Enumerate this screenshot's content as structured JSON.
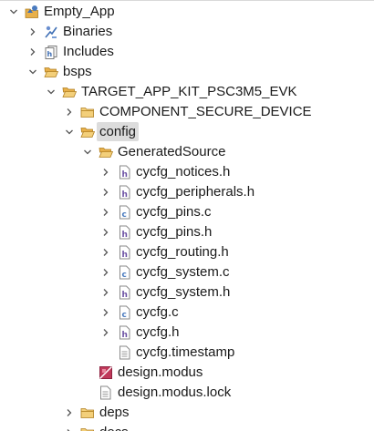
{
  "tree": {
    "items": [
      {
        "label": "Empty_App",
        "icon": "project-icon",
        "twisty": "expanded"
      },
      {
        "label": "Binaries",
        "icon": "binaries-icon",
        "twisty": "collapsed"
      },
      {
        "label": "Includes",
        "icon": "includes-icon",
        "twisty": "collapsed"
      },
      {
        "label": "bsps",
        "icon": "folder-open-icon",
        "twisty": "expanded"
      },
      {
        "label": "TARGET_APP_KIT_PSC3M5_EVK",
        "icon": "folder-open-icon",
        "twisty": "expanded"
      },
      {
        "label": "COMPONENT_SECURE_DEVICE",
        "icon": "folder-icon",
        "twisty": "collapsed"
      },
      {
        "label": "config",
        "icon": "folder-open-icon",
        "twisty": "expanded",
        "selected": true
      },
      {
        "label": "GeneratedSource",
        "icon": "folder-open-icon",
        "twisty": "expanded"
      },
      {
        "label": "cycfg_notices.h",
        "icon": "header-file-icon",
        "twisty": "collapsed"
      },
      {
        "label": "cycfg_peripherals.h",
        "icon": "header-file-icon",
        "twisty": "collapsed"
      },
      {
        "label": "cycfg_pins.c",
        "icon": "c-file-icon",
        "twisty": "collapsed"
      },
      {
        "label": "cycfg_pins.h",
        "icon": "header-file-icon",
        "twisty": "collapsed"
      },
      {
        "label": "cycfg_routing.h",
        "icon": "header-file-icon",
        "twisty": "collapsed"
      },
      {
        "label": "cycfg_system.c",
        "icon": "c-file-icon",
        "twisty": "collapsed"
      },
      {
        "label": "cycfg_system.h",
        "icon": "header-file-icon",
        "twisty": "collapsed"
      },
      {
        "label": "cycfg.c",
        "icon": "c-file-icon",
        "twisty": "collapsed"
      },
      {
        "label": "cycfg.h",
        "icon": "header-file-icon",
        "twisty": "collapsed"
      },
      {
        "label": "cycfg.timestamp",
        "icon": "text-file-icon",
        "twisty": "none"
      },
      {
        "label": "design.modus",
        "icon": "modus-file-icon",
        "twisty": "none"
      },
      {
        "label": "design.modus.lock",
        "icon": "text-file-icon",
        "twisty": "none"
      },
      {
        "label": "deps",
        "icon": "folder-icon",
        "twisty": "collapsed"
      },
      {
        "label": "docs",
        "icon": "folder-icon",
        "twisty": "collapsed"
      }
    ]
  },
  "colors": {
    "selection": "#dcdcdc",
    "folder": "#e8b04a",
    "c_file": "#4a7bbf",
    "modus": "#c0395a"
  }
}
